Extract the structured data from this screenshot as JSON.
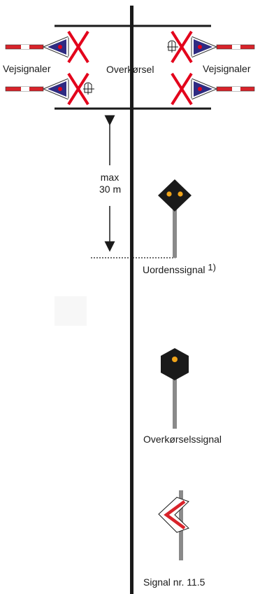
{
  "labels": {
    "road_signals_left": "Vejsignaler",
    "road_signals_right": "Vejsignaler",
    "crossing": "Overkørsel",
    "max_distance": "max",
    "distance_value": "30 m",
    "fault_signal": "Uordenssignal",
    "footnote": "1)",
    "crossing_signal": "Overkørselssignal",
    "signal_number": "Signal nr. 11.5"
  },
  "colors": {
    "track": "#1a1a1a",
    "pole": "#8a8a8a",
    "signal_head": "#1a1a1a",
    "lamp": "#f2a51a",
    "barrier_red": "#d8232a",
    "sign_blue": "#2e2b82",
    "sign_dot": "#e3001b",
    "cross_red": "#e3001b",
    "chevron_red": "#d8232a"
  }
}
